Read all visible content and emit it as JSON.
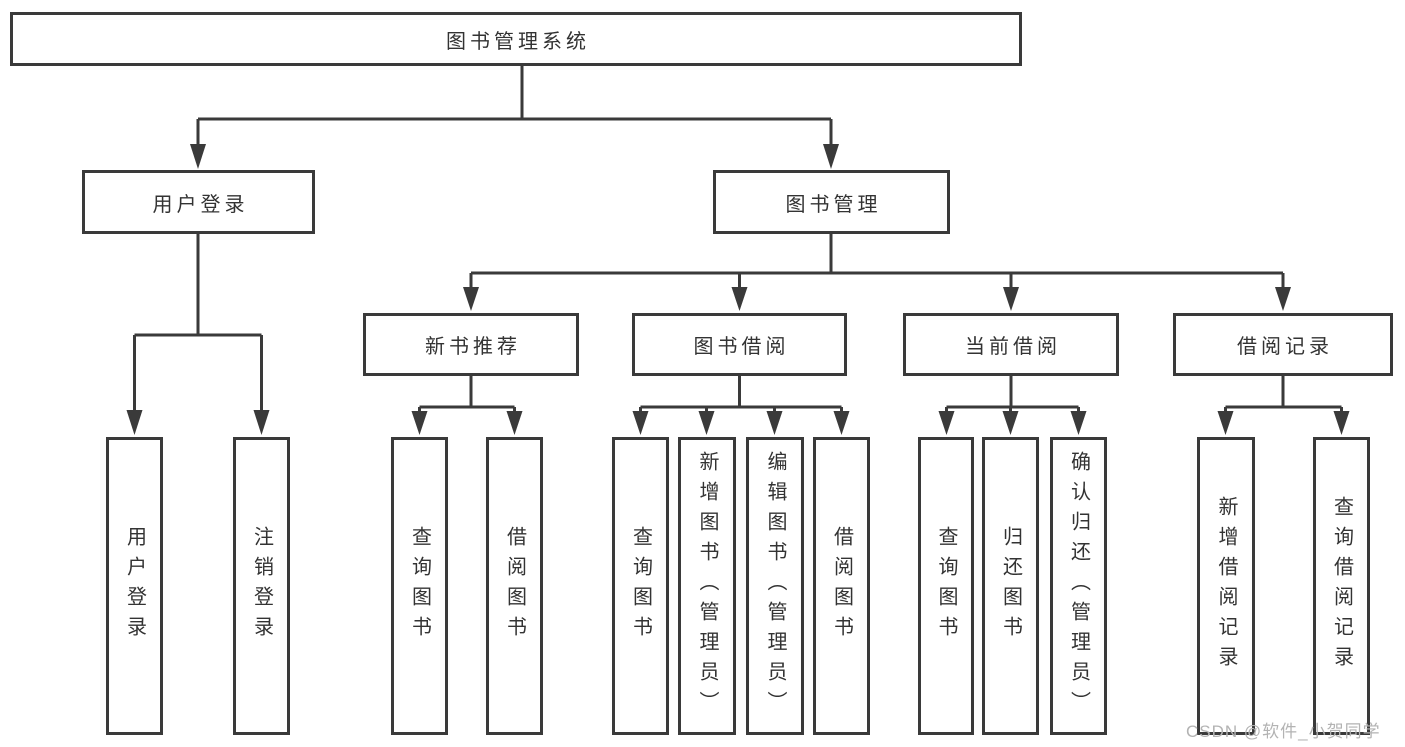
{
  "tree": {
    "label": "图书管理系统",
    "children": [
      {
        "label": "用户登录",
        "children": [
          {
            "label": "用户登录"
          },
          {
            "label": "注销登录"
          }
        ]
      },
      {
        "label": "图书管理",
        "children": [
          {
            "label": "新书推荐",
            "children": [
              {
                "label": "查询图书"
              },
              {
                "label": "借阅图书"
              }
            ]
          },
          {
            "label": "图书借阅",
            "children": [
              {
                "label": "查询图书"
              },
              {
                "label": "新增图书（管理员）"
              },
              {
                "label": "编辑图书（管理员）"
              },
              {
                "label": "借阅图书"
              }
            ]
          },
          {
            "label": "当前借阅",
            "children": [
              {
                "label": "查询图书"
              },
              {
                "label": "归还图书"
              },
              {
                "label": "确认归还（管理员）"
              }
            ]
          },
          {
            "label": "借阅记录",
            "children": [
              {
                "label": "新增借阅记录"
              },
              {
                "label": "查询借阅记录"
              }
            ]
          }
        ]
      }
    ]
  },
  "watermark": {
    "text": "CSDN @软件_小贺同学"
  },
  "colors": {
    "line": "#3a3a3a",
    "text": "#333333",
    "watermark": "#b3b3b3",
    "background": "#ffffff"
  }
}
